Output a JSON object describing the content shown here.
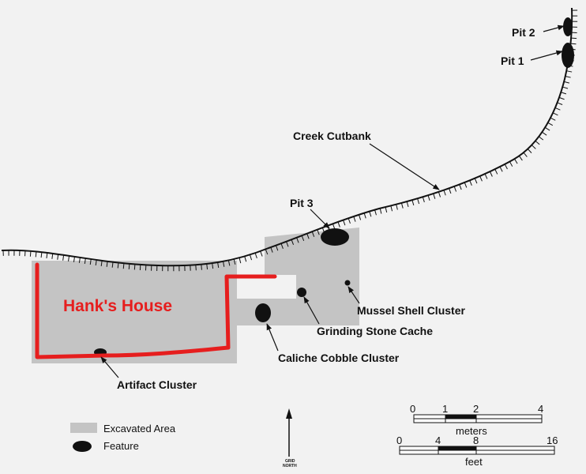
{
  "map": {
    "labels": {
      "hanks_house": "Hank's House",
      "creek_cutbank": "Creek Cutbank",
      "pit1": "Pit 1",
      "pit2": "Pit 2",
      "pit3": "Pit 3",
      "mussel_shell_cluster": "Mussel Shell Cluster",
      "grinding_stone_cache": "Grinding Stone Cache",
      "caliche_cobble_cluster": "Caliche Cobble Cluster",
      "artifact_cluster": "Artifact Cluster"
    },
    "colors": {
      "background": "#f2f2f2",
      "excavated": "#c4c4c4",
      "feature": "#111111",
      "house_outline": "#e61e1e",
      "line": "#111111"
    }
  },
  "legend": {
    "excavated_area": "Excavated Area",
    "feature": "Feature"
  },
  "north_arrow": {
    "line1": "GRID",
    "line2": "NORTH"
  },
  "scale_meters": {
    "ticks": [
      "0",
      "1",
      "2",
      "4"
    ],
    "unit": "meters"
  },
  "scale_feet": {
    "ticks": [
      "0",
      "4",
      "8",
      "16"
    ],
    "unit": "feet"
  }
}
